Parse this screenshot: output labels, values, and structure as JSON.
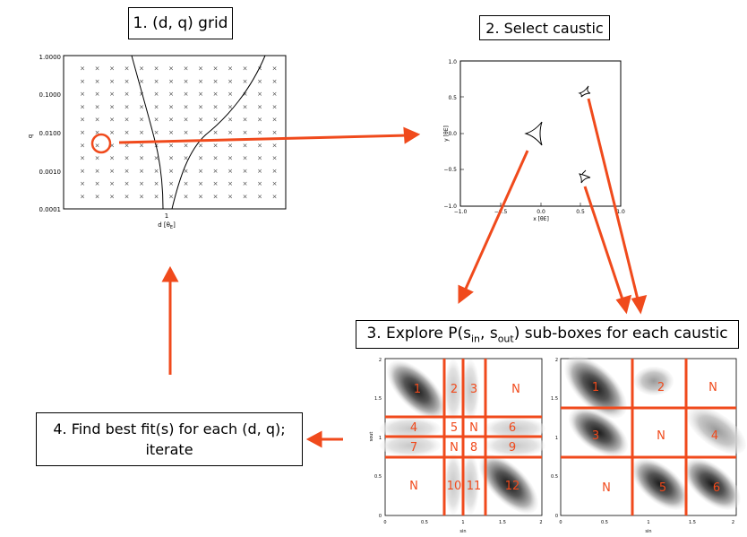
{
  "steps": {
    "s1": "1. (d, q) grid",
    "s2": "2. Select caustic",
    "s3": "3. Explore P(s",
    "s3_in": "in",
    "s3_mid": ", s",
    "s3_out": "out",
    "s3_tail": ") sub-boxes for each caustic",
    "s4_line1": "4. Find best fit(s) for each (d, q);",
    "s4_line2": "iterate"
  },
  "grid_plot": {
    "y_ticks": [
      "1.0000",
      "0.1000",
      "0.0100",
      "0.0010",
      "0.0001"
    ],
    "ylabel": "q",
    "x_tick": "1",
    "xlabel": "d [θ",
    "xlabel_sub": "E",
    "xlabel_tail": "]"
  },
  "caustic_plot": {
    "x_ticks": [
      "−1.0",
      "−0.5",
      "0.0",
      "0.5",
      "1.0"
    ],
    "y_ticks": [
      "1.0",
      "0.5",
      "0.0",
      "−0.5",
      "−1.0"
    ],
    "xlabel": "x [θE]",
    "ylabel": "y [θE]"
  },
  "subbox_left": {
    "labels": [
      "1",
      "2",
      "3",
      "N",
      "4",
      "5",
      "N",
      "6",
      "7",
      "N",
      "8",
      "9",
      "N",
      "10",
      "11",
      "12"
    ],
    "x_ticks": [
      "0",
      "0.5",
      "1",
      "1.5",
      "2"
    ],
    "y_ticks": [
      "2",
      "1.5",
      "1",
      "0.5",
      "0"
    ],
    "xlabel": "sin",
    "ylabel": "sout"
  },
  "subbox_right": {
    "labels": [
      "1",
      "2",
      "N",
      "3",
      "N",
      "4",
      "N",
      "5",
      "6"
    ],
    "x_ticks": [
      "0",
      "0.5",
      "1",
      "1.5",
      "2"
    ],
    "y_ticks": [
      "2",
      "1.5",
      "1",
      "0.5",
      "0"
    ],
    "xlabel": "sin"
  },
  "colors": {
    "accent": "#f04a1c",
    "text": "#000000"
  }
}
